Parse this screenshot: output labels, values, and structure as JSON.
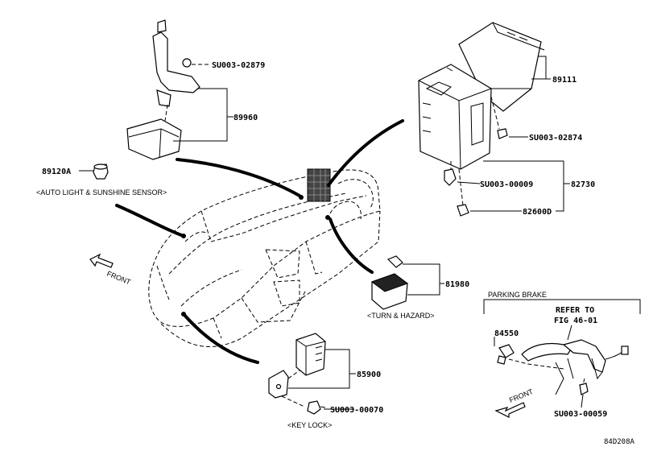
{
  "labels": {
    "su_02879": "SU003-02879",
    "p89960": "89960",
    "p89120a": "89120A",
    "auto_light_caption": "<AUTO LIGHT & SUNSHINE SENSOR>",
    "front_left": "FRONT",
    "p89111": "89111",
    "su_02874": "SU003-02874",
    "su_00009": "SU003-00009",
    "p82730": "82730",
    "p82600d": "82600D",
    "p81980": "81980",
    "turn_hazard_caption": "<TURN & HAZARD>",
    "parking_brake_title": "PARKING BRAKE",
    "refer_to_line1": "REFER TO",
    "refer_to_line2": "FIG 46-01",
    "p84550": "84550",
    "front_right": "FRONT",
    "su_00059": "SU003-00059",
    "p85900": "85900",
    "su_00070": "SU003-00070",
    "key_lock_caption": "<KEY LOCK>",
    "diagram_code": "84D208A"
  }
}
